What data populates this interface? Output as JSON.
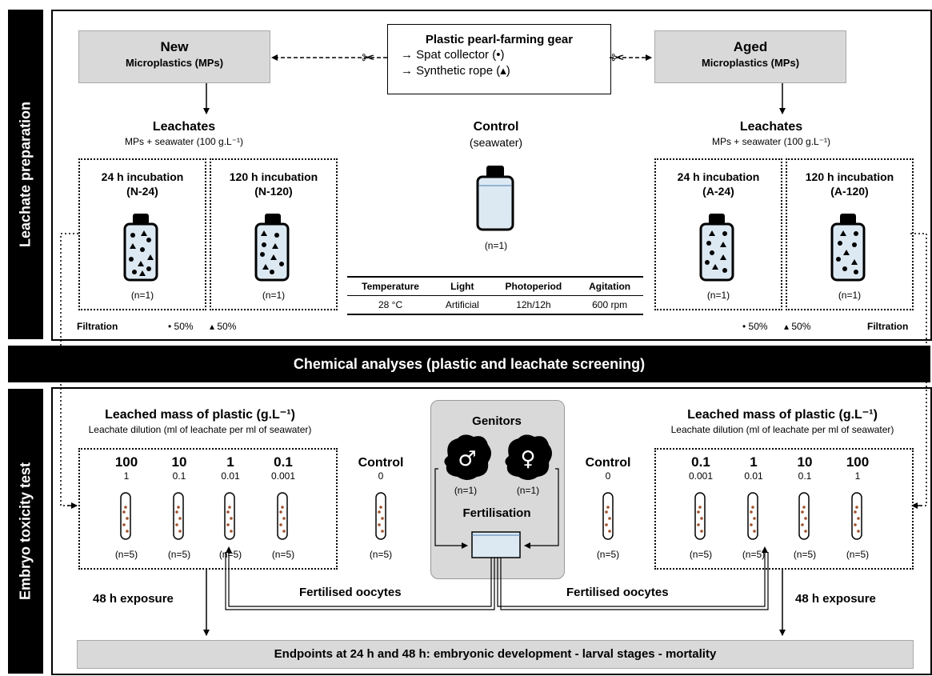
{
  "sidebar": {
    "top": "Leachate preparation",
    "bottom": "Embryo toxicity test"
  },
  "gear": {
    "title": "Plastic pearl-farming gear",
    "item1": "→ Spat collector (•)",
    "item2": "→ Synthetic rope (▴)"
  },
  "new_mp": {
    "title": "New",
    "subtitle": "Microplastics (MPs)"
  },
  "aged_mp": {
    "title": "Aged",
    "subtitle": "Microplastics (MPs)"
  },
  "leachates": {
    "title": "Leachates",
    "subtitle": "MPs + seawater (100 g.L⁻¹)"
  },
  "control_prep": {
    "title": "Control",
    "subtitle": "(seawater)",
    "n": "(n=1)"
  },
  "incubations": {
    "n24": {
      "line1": "24 h incubation",
      "line2": "(N-24)",
      "n": "(n=1)"
    },
    "n120": {
      "line1": "120 h incubation",
      "line2": "(N-120)",
      "n": "(n=1)"
    },
    "a24": {
      "line1": "24 h incubation",
      "line2": "(A-24)",
      "n": "(n=1)"
    },
    "a120": {
      "line1": "120 h incubation",
      "line2": "(A-120)",
      "n": "(n=1)"
    }
  },
  "filtration": {
    "label": "Filtration",
    "dot": "• 50%",
    "tri": "▴ 50%"
  },
  "conditions": {
    "headers": [
      "Temperature",
      "Light",
      "Photoperiod",
      "Agitation"
    ],
    "values": [
      "28 °C",
      "Artificial",
      "12h/12h",
      "600 rpm"
    ]
  },
  "chem_banner": "Chemical analyses (plastic and leachate screening)",
  "leached_mass": {
    "title": "Leached mass of plastic (g.L⁻¹)",
    "subtitle": "Leachate dilution (ml of leachate per ml of seawater)"
  },
  "left_series": [
    {
      "conc": "100",
      "dil": "1",
      "n": "(n=5)"
    },
    {
      "conc": "10",
      "dil": "0.1",
      "n": "(n=5)"
    },
    {
      "conc": "1",
      "dil": "0.01",
      "n": "(n=5)"
    },
    {
      "conc": "0.1",
      "dil": "0.001",
      "n": "(n=5)"
    }
  ],
  "right_series": [
    {
      "conc": "0.1",
      "dil": "0.001",
      "n": "(n=5)"
    },
    {
      "conc": "1",
      "dil": "0.01",
      "n": "(n=5)"
    },
    {
      "conc": "10",
      "dil": "0.1",
      "n": "(n=5)"
    },
    {
      "conc": "100",
      "dil": "1",
      "n": "(n=5)"
    }
  ],
  "control_test": {
    "title": "Control",
    "value": "0",
    "n": "(n=5)"
  },
  "genitors": {
    "title": "Genitors",
    "male": "♂",
    "female": "♀",
    "n_male": "(n=1)",
    "n_female": "(n=1)",
    "fertilisation": "Fertilisation"
  },
  "fertilised_oocytes": "Fertilised oocytes",
  "exposure": "48 h exposure",
  "endpoints": "Endpoints at 24 h and 48 h: embryonic development - larval stages - mortality",
  "colors": {
    "gray": "#d9d9d9",
    "bottle": "#dce9f3",
    "oocyte": "#a0522d"
  }
}
